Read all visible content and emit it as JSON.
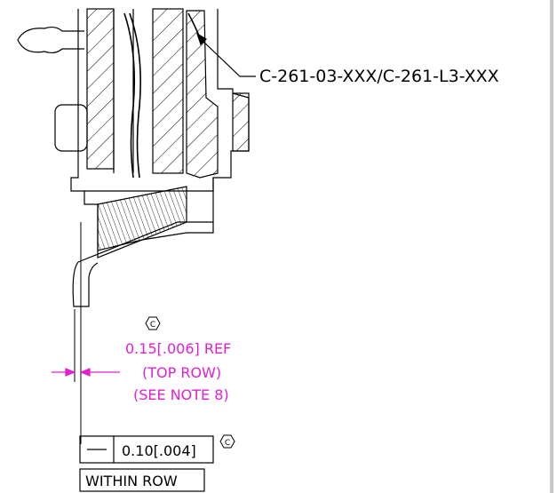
{
  "callouts": {
    "part_number": "C-261-03-XXX/C-261-L3-XXX"
  },
  "dimension": {
    "datum_symbol": "C",
    "value": "0.15[.006] REF",
    "line2": "(TOP ROW)",
    "line3": "(SEE NOTE 8)",
    "color": "#e020d0"
  },
  "tolerance_frame": {
    "symbol": "—",
    "value": "0.10[.004]",
    "datum_symbol": "C",
    "note": "WITHIN ROW"
  },
  "colors": {
    "line": "#000000",
    "dimension": "#e020d0",
    "border": "#c8c8c8"
  }
}
